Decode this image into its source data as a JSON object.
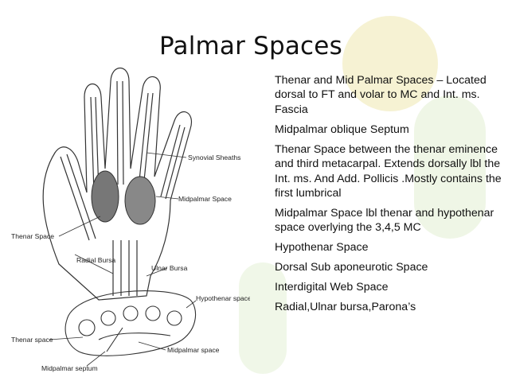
{
  "slide": {
    "title": "Palmar Spaces",
    "bullets": [
      "Thenar and Mid Palmar Spaces – Located dorsal to FT and volar to MC and Int. ms. Fascia",
      "Midpalmar oblique Septum",
      "Thenar Space between the thenar eminence and third metacarpal. Extends dorsally lbl the Int. ms. And Add. Pollicis .Mostly contains the first lumbrical",
      "Midpalmar Space lbl thenar and hypothenar space overlying the 3,4,5 MC",
      "Hypothenar Space",
      "Dorsal Sub aponeurotic Space",
      "Interdigital Web Space",
      "Radial,Ulnar bursa,Parona’s"
    ]
  },
  "figure": {
    "labels": {
      "synovial_sheaths": "Synovial Sheaths",
      "midpalmar_space": "Midpalmar Space",
      "thenar_space": "Thenar Space",
      "radial_bursa": "Radial Bursa",
      "ulnar_bursa": "Ulnar Bursa",
      "hypothenar_space": "Hypothenar space",
      "thenar_space_cs": "Thenar space",
      "midpalmar_space_cs": "Midpalmar space",
      "midpalmar_septum": "Midpalmar septum"
    }
  },
  "colors": {
    "background": "#ffffff",
    "text": "#111111",
    "accent_yellow": "#f3edc4",
    "accent_green": "#e4f0d6"
  }
}
